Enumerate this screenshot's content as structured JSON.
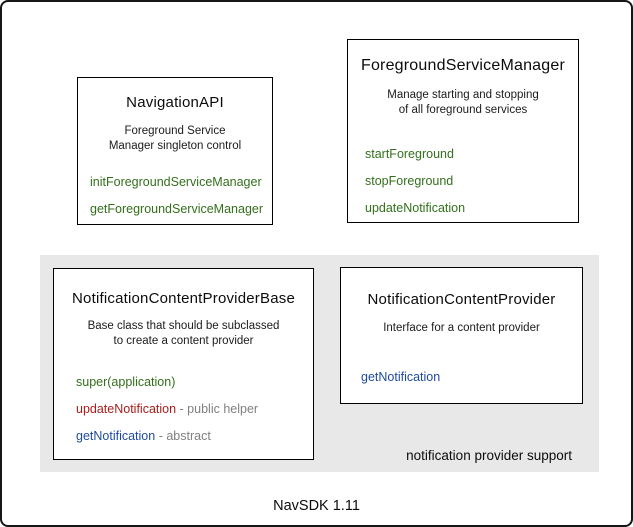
{
  "colors": {
    "green": "#34701c",
    "red": "#a81d1c",
    "blue": "#1e4a9e",
    "gray": "#808080",
    "panel_bg": "#e8e8e8",
    "frame_border": "#161616"
  },
  "caption": "NavSDK 1.11",
  "panel": {
    "label": "notification provider support"
  },
  "boxes": {
    "navigation_api": {
      "title": "NavigationAPI",
      "description": [
        "Foreground Service",
        "Manager singleton control"
      ],
      "methods": [
        {
          "name": "initForegroundServiceManager",
          "color": "green",
          "suffix": ""
        },
        {
          "name": "getForegroundServiceManager",
          "color": "green",
          "suffix": ""
        }
      ]
    },
    "foreground_service_manager": {
      "title": "ForegroundServiceManager",
      "description": [
        "Manage starting and stopping",
        "of all foreground services"
      ],
      "methods": [
        {
          "name": "startForeground",
          "color": "green",
          "suffix": ""
        },
        {
          "name": "stopForeground",
          "color": "green",
          "suffix": ""
        },
        {
          "name": "updateNotification",
          "color": "green",
          "suffix": ""
        }
      ]
    },
    "notification_content_provider_base": {
      "title": "NotificationContentProviderBase",
      "description": [
        "Base class that should be subclassed",
        "to create a content provider"
      ],
      "methods": [
        {
          "name": "super(application)",
          "color": "green",
          "suffix": ""
        },
        {
          "name": "updateNotification",
          "color": "red",
          "suffix": " - public helper"
        },
        {
          "name": "getNotification",
          "color": "blue",
          "suffix": " - abstract"
        }
      ]
    },
    "notification_content_provider": {
      "title": "NotificationContentProvider",
      "description": [
        "Interface for a content provider"
      ],
      "methods": [
        {
          "name": "getNotification",
          "color": "blue",
          "suffix": ""
        }
      ]
    }
  }
}
